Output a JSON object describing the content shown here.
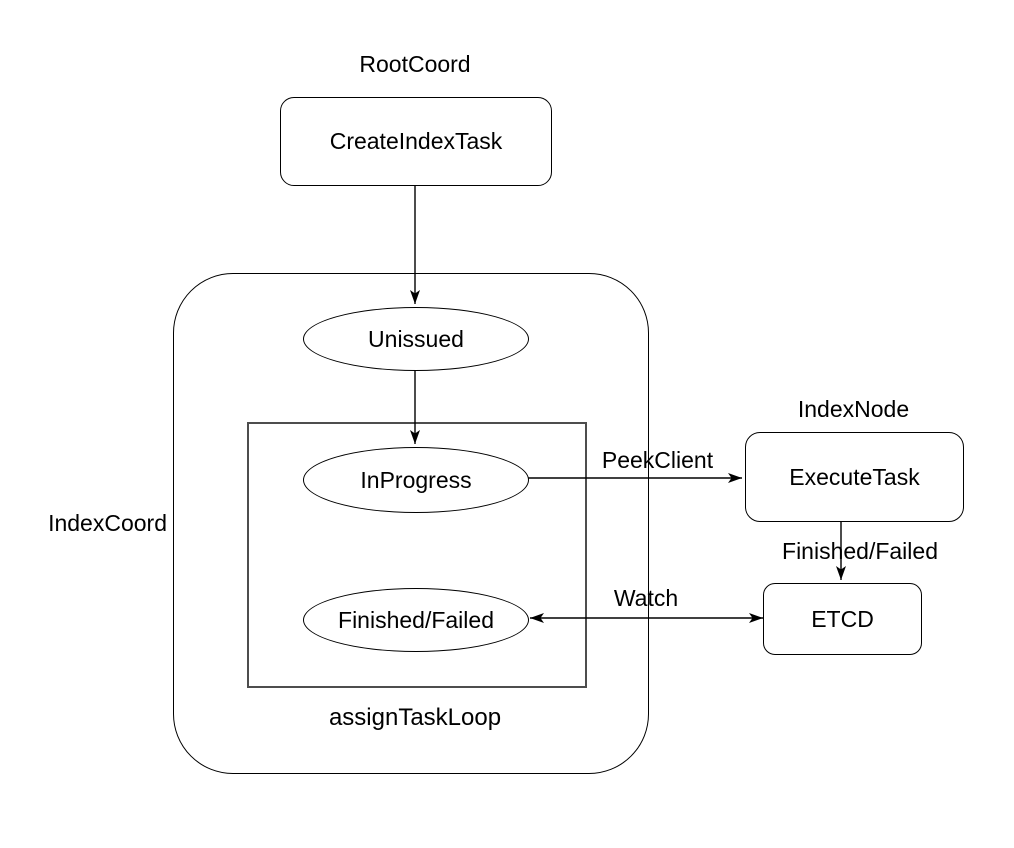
{
  "diagram": {
    "regions": {
      "root_coord": {
        "label": "RootCoord"
      },
      "index_coord": {
        "label": "IndexCoord"
      },
      "assign_task_loop": {
        "label": "assignTaskLoop"
      },
      "index_node": {
        "label": "IndexNode"
      }
    },
    "nodes": {
      "create_index_task": {
        "label": "CreateIndexTask",
        "shape": "rounded-box"
      },
      "unissued": {
        "label": "Unissued",
        "shape": "ellipse"
      },
      "in_progress": {
        "label": "InProgress",
        "shape": "ellipse"
      },
      "finished_failed": {
        "label": "Finished/Failed",
        "shape": "ellipse"
      },
      "execute_task": {
        "label": "ExecuteTask",
        "shape": "rounded-box"
      },
      "etcd": {
        "label": "ETCD",
        "shape": "rounded-box"
      }
    },
    "edges": [
      {
        "from": "create_index_task",
        "to": "unissued",
        "label": "",
        "bidirectional": false
      },
      {
        "from": "unissued",
        "to": "in_progress",
        "label": "",
        "bidirectional": false
      },
      {
        "from": "in_progress",
        "to": "execute_task",
        "label": "PeekClient",
        "bidirectional": false
      },
      {
        "from": "execute_task",
        "to": "etcd",
        "label": "Finished/Failed",
        "bidirectional": false
      },
      {
        "from": "etcd",
        "to": "finished_failed",
        "label": "Watch",
        "bidirectional": true
      }
    ],
    "colors": {
      "background": "#ffffff",
      "stroke": "#000000",
      "loop_rect_stroke": "#4d4d4d",
      "text": "#000000"
    }
  }
}
